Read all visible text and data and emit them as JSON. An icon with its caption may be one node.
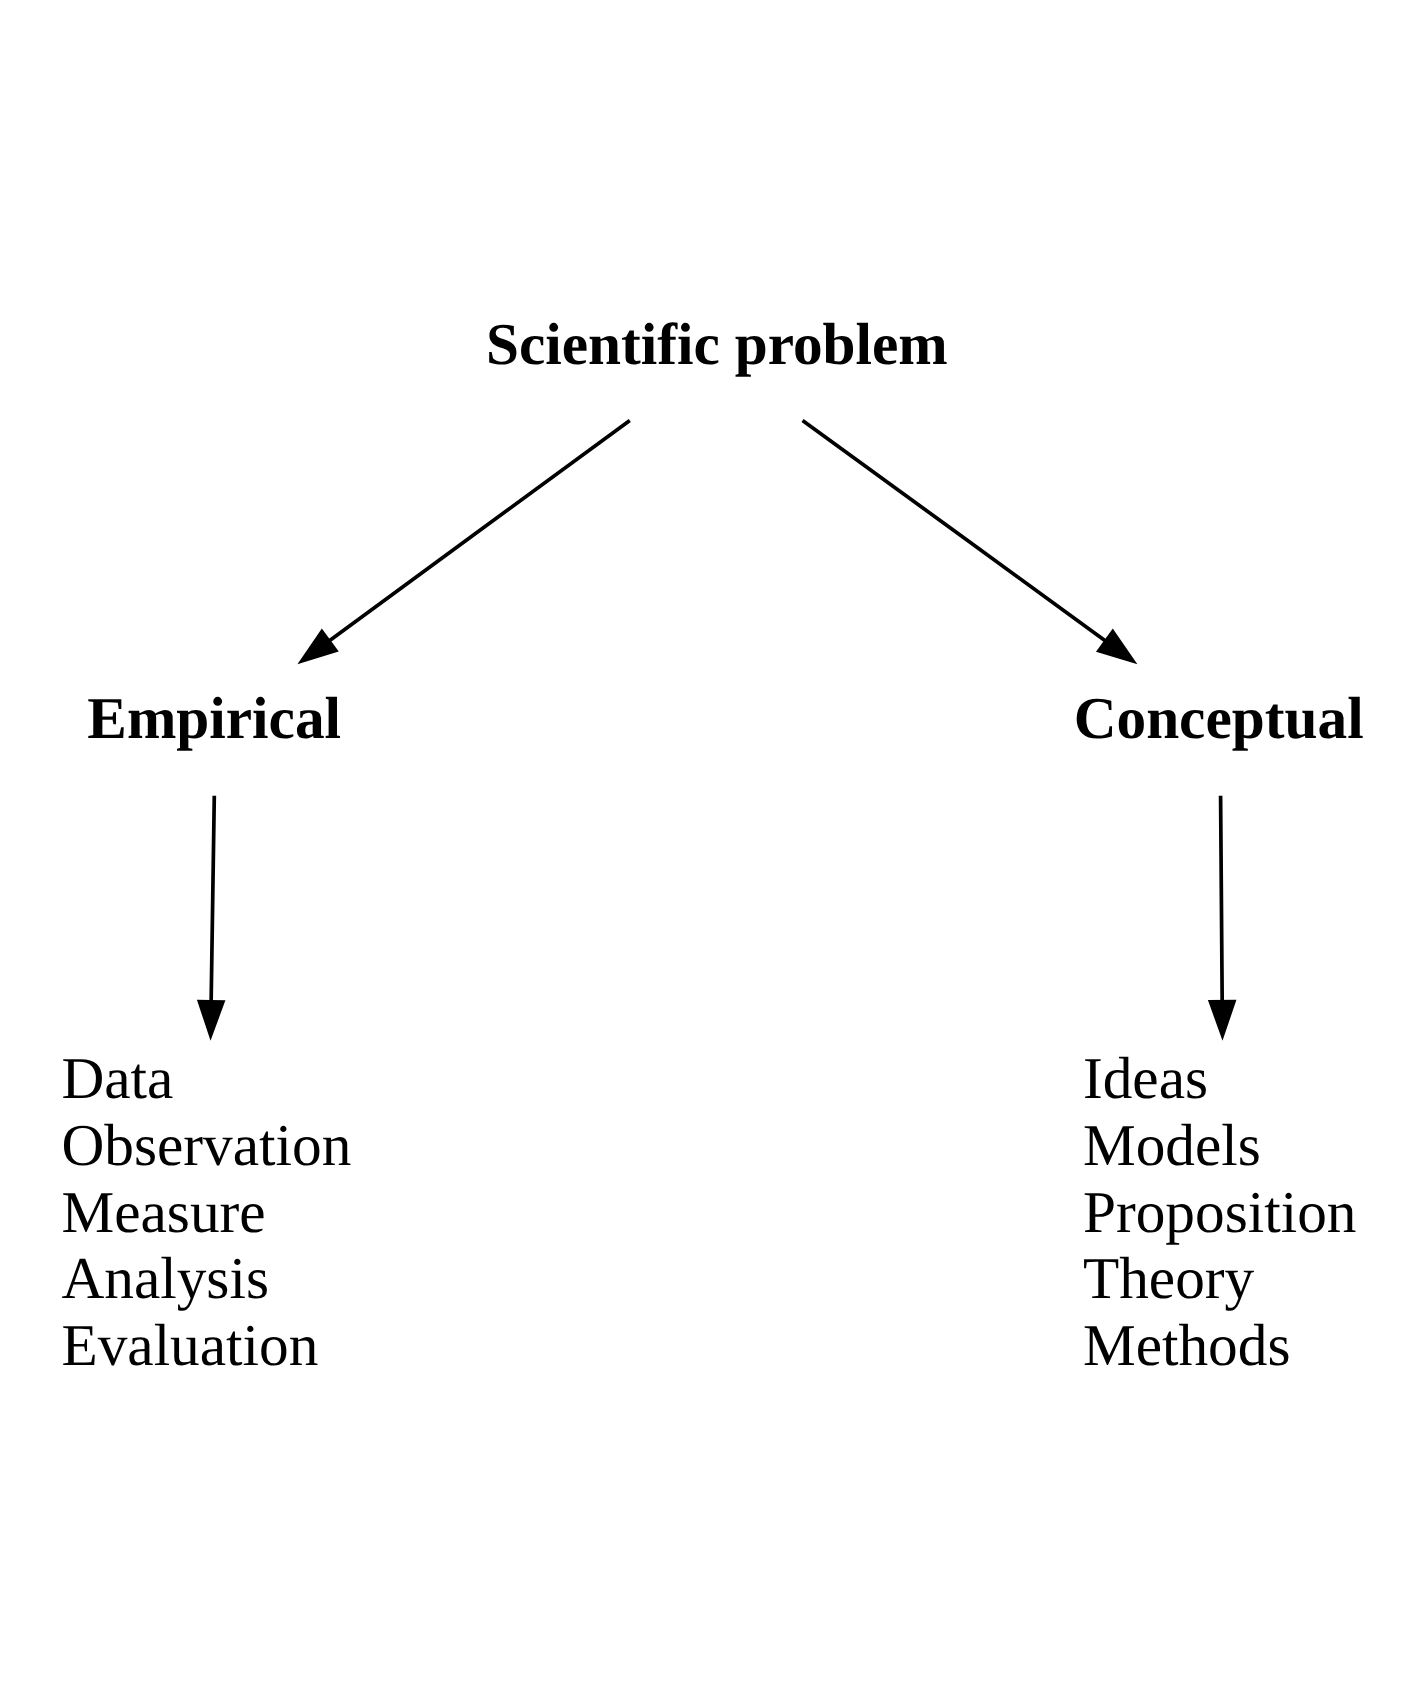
{
  "diagram": {
    "nodes": [
      {
        "text": [
          "Scientific problem"
        ]
      },
      {
        "text": [
          "Empirical"
        ]
      },
      {
        "text": [
          "Conceptual"
        ]
      },
      {
        "text": [
          "Data",
          "Observation",
          "Measure",
          "Analysis",
          "Evaluation"
        ]
      },
      {
        "text": [
          "Ideas",
          "Models",
          "Proposition",
          "Theory",
          "Methods"
        ]
      }
    ],
    "edges": [
      {
        "from": 0,
        "to": 1,
        "arrow": "to"
      },
      {
        "from": 0,
        "to": 2,
        "arrow": "to"
      },
      {
        "from": 1,
        "to": 3,
        "arrow": "to"
      },
      {
        "from": 2,
        "to": 4,
        "arrow": "to"
      }
    ]
  }
}
